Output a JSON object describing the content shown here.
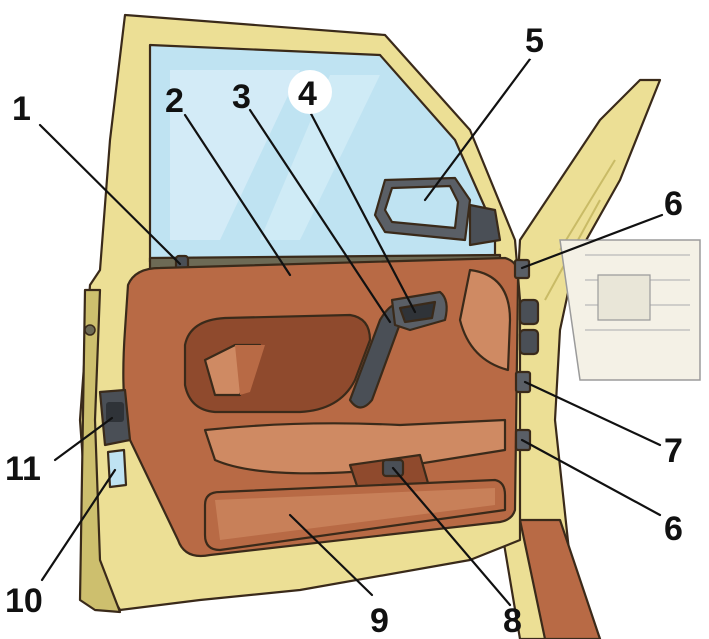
{
  "colors": {
    "door_frame": "#ecdf95",
    "frame_shadow": "#cdbf6e",
    "glass": "#bfe3f2",
    "glass_highlight": "#e3f3fb",
    "trim_panel": "#b86a45",
    "trim_dark": "#8f4a2d",
    "trim_light": "#cf8a63",
    "handle": "#4a4f56",
    "outline": "#3a2a1a",
    "label_badge": "#ffffff"
  },
  "callouts": [
    {
      "id": "1",
      "label": "1"
    },
    {
      "id": "2",
      "label": "2"
    },
    {
      "id": "3",
      "label": "3"
    },
    {
      "id": "4",
      "label": "4"
    },
    {
      "id": "5",
      "label": "5"
    },
    {
      "id": "6a",
      "label": "6"
    },
    {
      "id": "6b",
      "label": "6"
    },
    {
      "id": "7",
      "label": "7"
    },
    {
      "id": "8",
      "label": "8"
    },
    {
      "id": "9",
      "label": "9"
    },
    {
      "id": "10",
      "label": "10"
    },
    {
      "id": "11",
      "label": "11"
    }
  ]
}
